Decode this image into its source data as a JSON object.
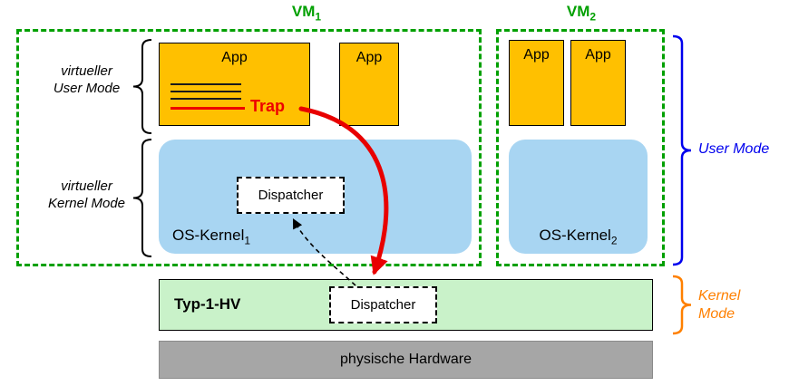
{
  "colors": {
    "vm_border_green": "#00A000",
    "app_fill_orange": "#FFC000",
    "kernel_fill_blue": "#A8D5F2",
    "hypervisor_fill_green": "#C9F2C9",
    "hardware_fill_gray": "#A6A6A6",
    "trap_red": "#EE0000",
    "user_mode_blue": "#0000EE",
    "kernel_mode_orange": "#FF8000"
  },
  "vm1": {
    "label_base": "VM",
    "label_sub": "1",
    "app_large": "App",
    "app_small": "App",
    "trap": "Trap",
    "kernel_base": "OS-Kernel",
    "kernel_sub": "1",
    "dispatcher": "Dispatcher"
  },
  "vm2": {
    "label_base": "VM",
    "label_sub": "2",
    "apps": [
      "App",
      "App"
    ],
    "kernel_base": "OS-Kernel",
    "kernel_sub": "2"
  },
  "left_labels": {
    "user_line1": "virtueller",
    "user_line2": "User Mode",
    "kernel_line1": "virtueller",
    "kernel_line2": "Kernel Mode"
  },
  "right_labels": {
    "user_mode": "User Mode",
    "kernel_line1": "Kernel",
    "kernel_line2": "Mode"
  },
  "hypervisor": {
    "label": "Typ-1-HV",
    "dispatcher": "Dispatcher"
  },
  "hardware": "physische Hardware"
}
